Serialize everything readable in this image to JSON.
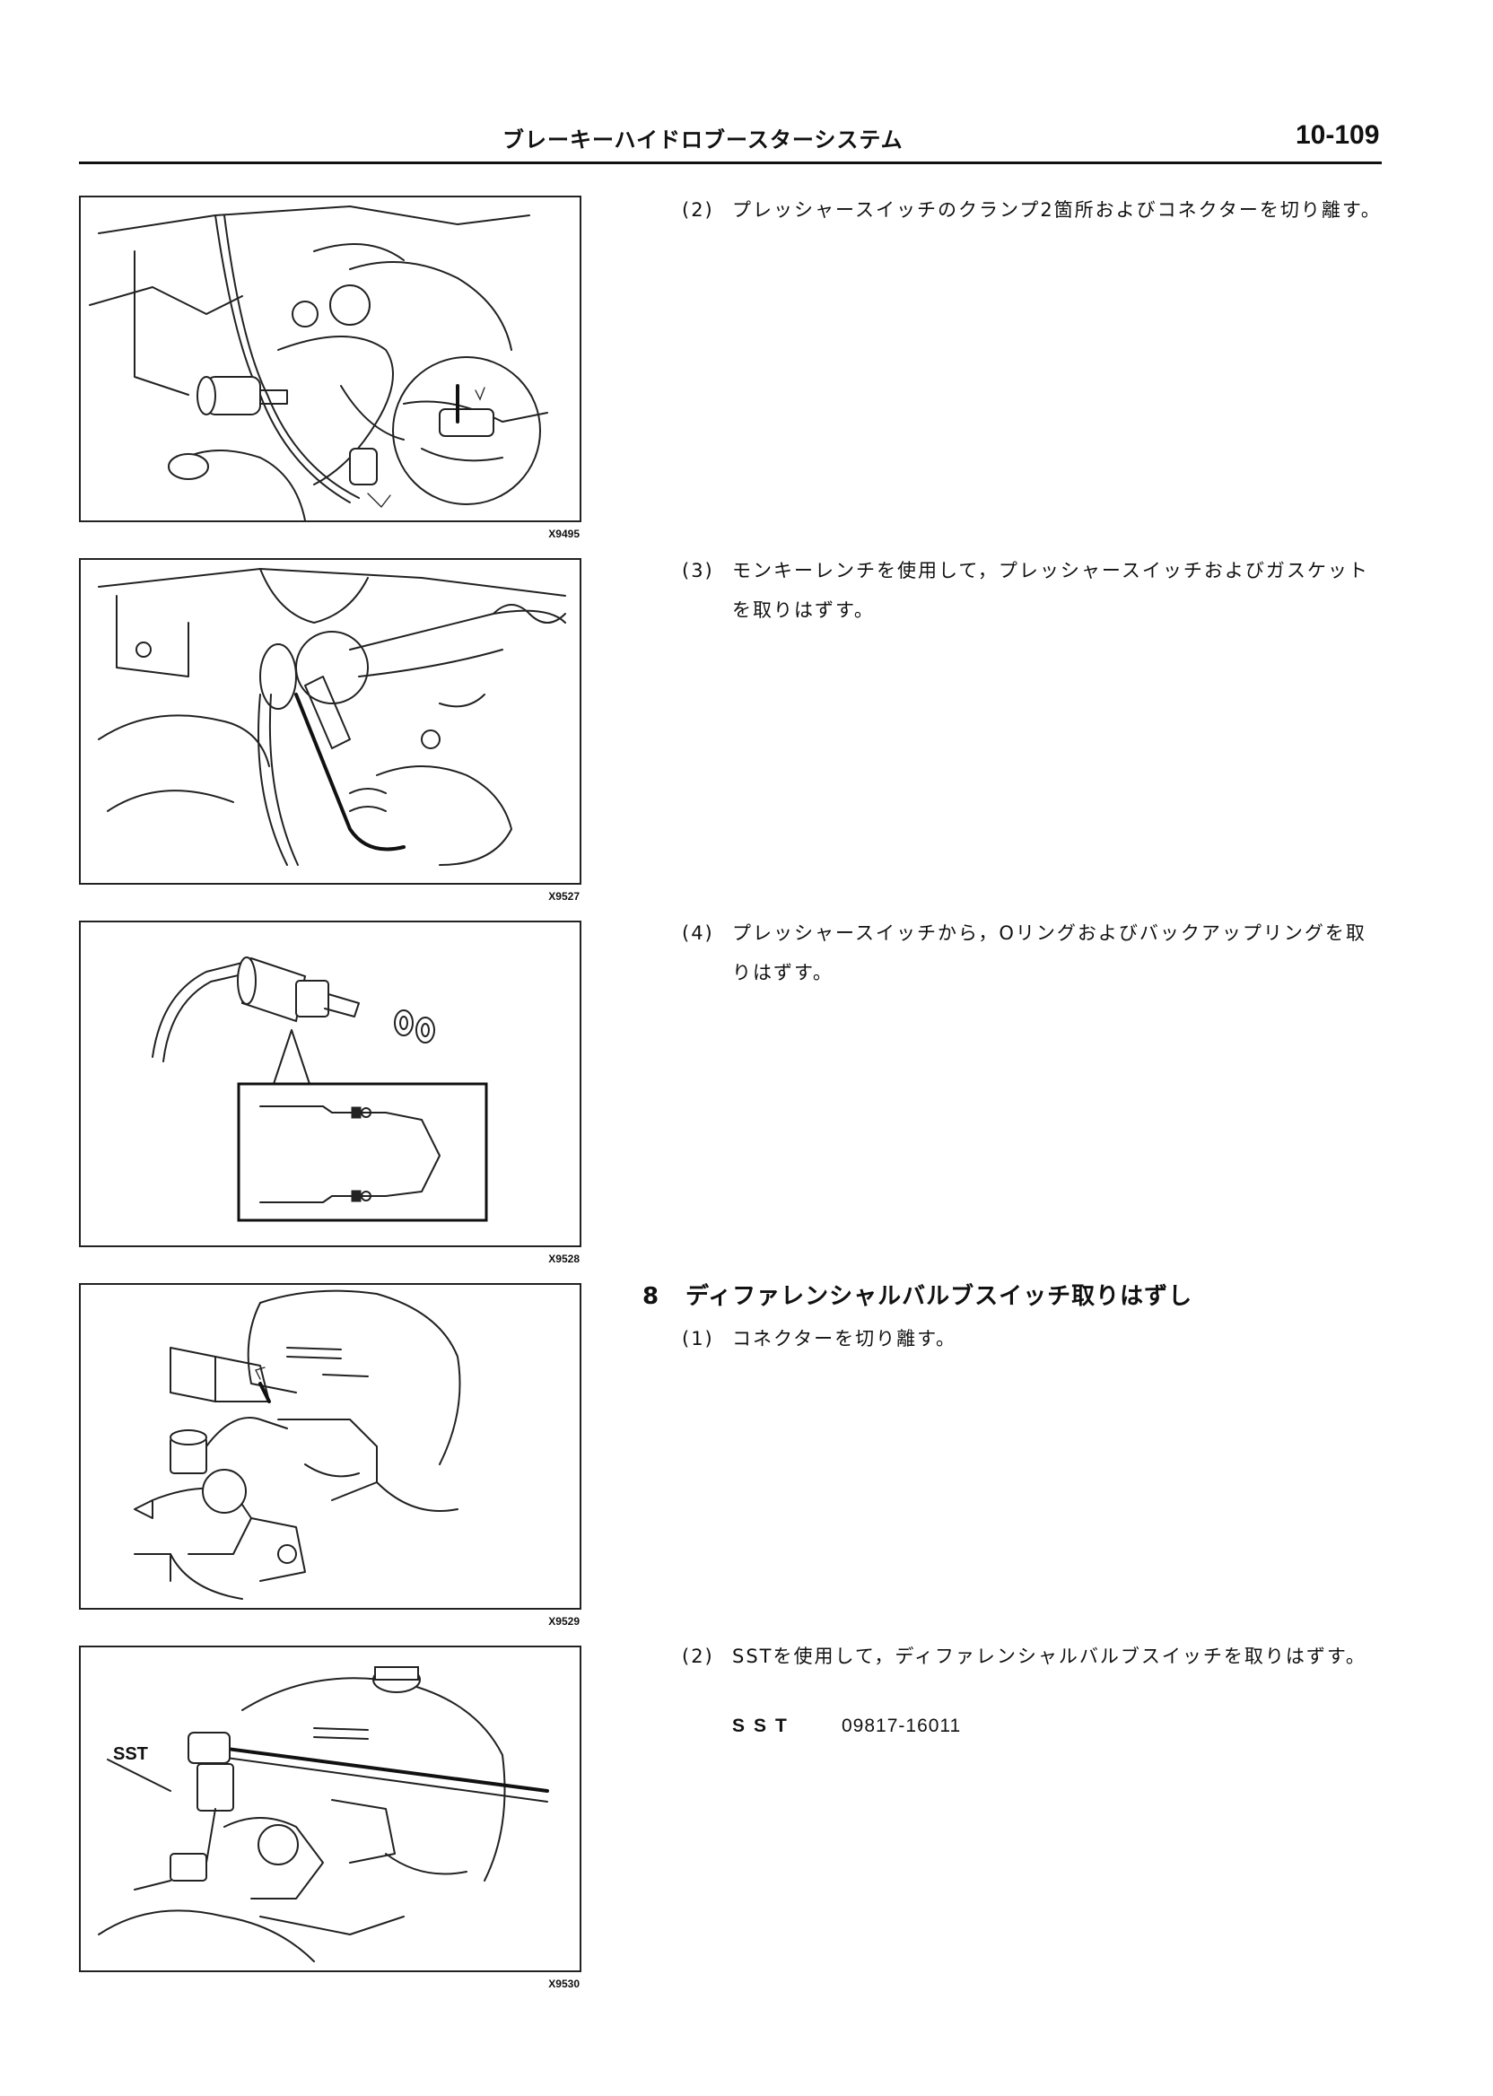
{
  "header": {
    "title": "ブレーキーハイドロブースターシステム",
    "page_number": "10-109"
  },
  "figures": [
    {
      "code": "X9495"
    },
    {
      "code": "X9527"
    },
    {
      "code": "X9528"
    },
    {
      "code": "X9529"
    },
    {
      "code": "X9530",
      "callout": "SST"
    }
  ],
  "steps": [
    {
      "num": "(2)",
      "text": "プレッシャースイッチのクランプ2箇所およびコネクターを切り離す。"
    },
    {
      "num": "(3)",
      "text": "モンキーレンチを使用して，プレッシャースイッチおよびガスケットを取りはずす。"
    },
    {
      "num": "(4)",
      "text": "プレッシャースイッチから，Oリングおよびバックアップリングを取りはずす。"
    }
  ],
  "section": {
    "number": "8",
    "title": "ディファレンシャルバルブスイッチ取りはずし",
    "steps": [
      {
        "num": "(1)",
        "text": "コネクターを切り離す。"
      },
      {
        "num": "(2)",
        "text": "SSTを使用して，ディファレンシャルバルブスイッチを取りはずす。"
      }
    ],
    "sst": {
      "label": "SST",
      "part_number": "09817-16011"
    }
  }
}
